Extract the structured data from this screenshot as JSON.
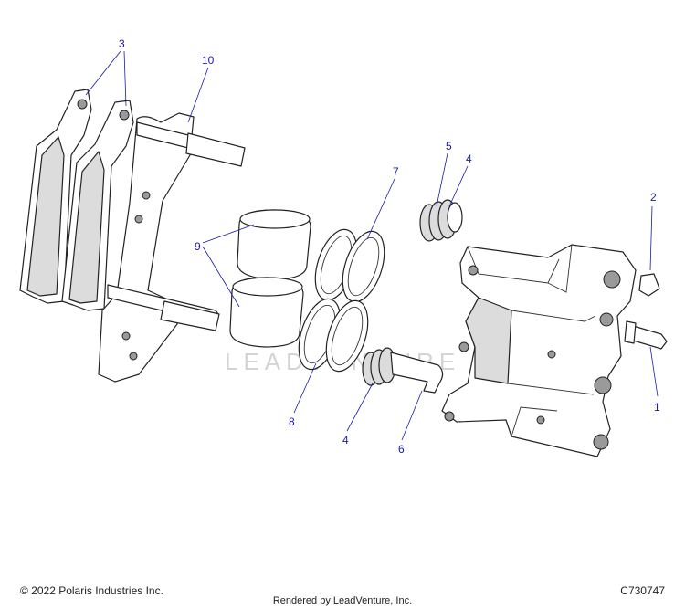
{
  "watermark": "LEADVENTURE",
  "callouts": [
    "1",
    "2",
    "3",
    "4",
    "4",
    "5",
    "6",
    "7",
    "8",
    "9",
    "10"
  ],
  "footer": {
    "copyright": "© 2022 Polaris Industries Inc.",
    "code": "C730747",
    "rendered_by": "Rendered by LeadVenture, Inc."
  },
  "colors": {
    "callout": "#1a1aa8",
    "line": "#222222",
    "shade": "#dcdcdc"
  }
}
